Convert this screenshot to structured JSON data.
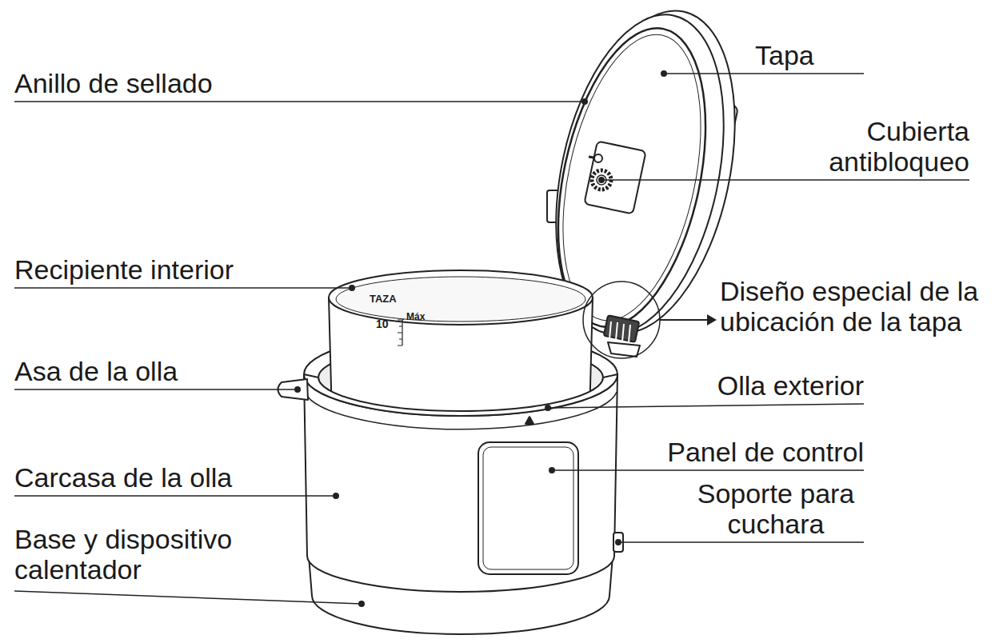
{
  "diagram": {
    "labels": [
      "Anillo de sellado",
      "Tapa",
      "Cubierta antibloqueo",
      "Recipiente interior",
      "TAZA",
      "10",
      "Máx",
      "Diseño especial de la ubicación de la tapa",
      "Asa de la olla",
      "Olla exterior",
      "Panel de control",
      "Carcasa de la olla",
      "Soporte para cuchara",
      "Base y dispositivo calentador"
    ]
  }
}
